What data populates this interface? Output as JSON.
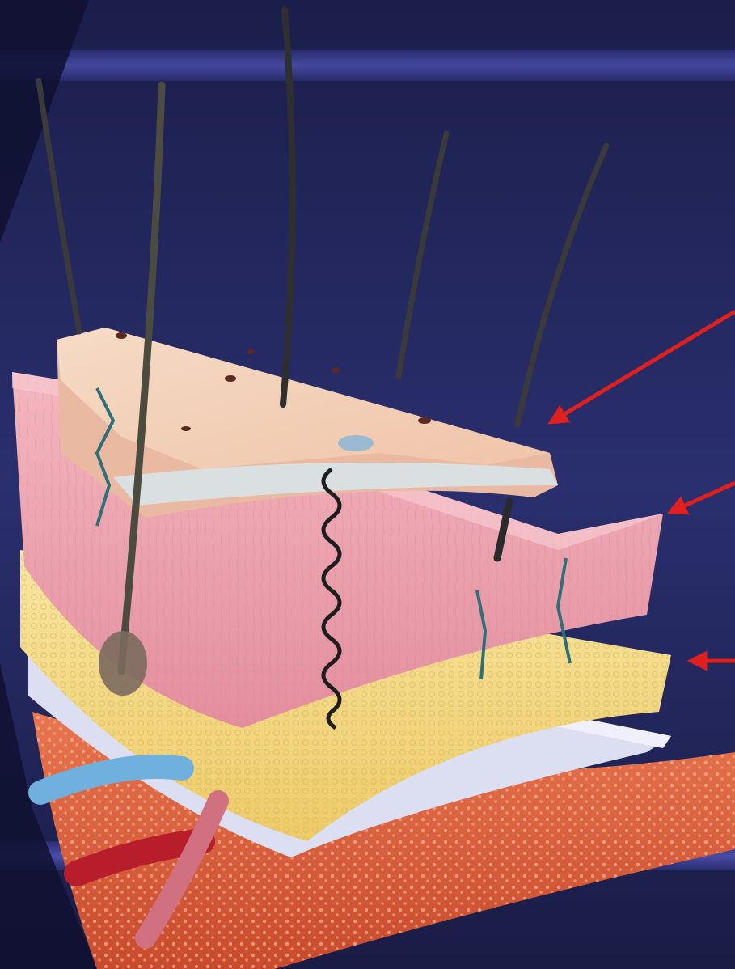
{
  "diagram": {
    "subject": "skin-cross-section-illustration",
    "layers": [
      {
        "id": "epidermis",
        "color": "#f2cdb3"
      },
      {
        "id": "dermis",
        "color": "#e9a2ad"
      },
      {
        "id": "subcutaneous",
        "color": "#f4dc8a"
      },
      {
        "id": "fascia",
        "color": "#d9dcef"
      },
      {
        "id": "muscle",
        "color": "#d9603d"
      }
    ],
    "pointer_arrows": [
      {
        "target": "epidermis",
        "color": "#e0201c"
      },
      {
        "target": "dermis",
        "color": "#e0201c"
      },
      {
        "target": "subcutaneous",
        "color": "#e0201c"
      }
    ],
    "colors": {
      "background": "#23275e",
      "band": "#3d3f9a",
      "arrow": "#e0201c"
    }
  }
}
